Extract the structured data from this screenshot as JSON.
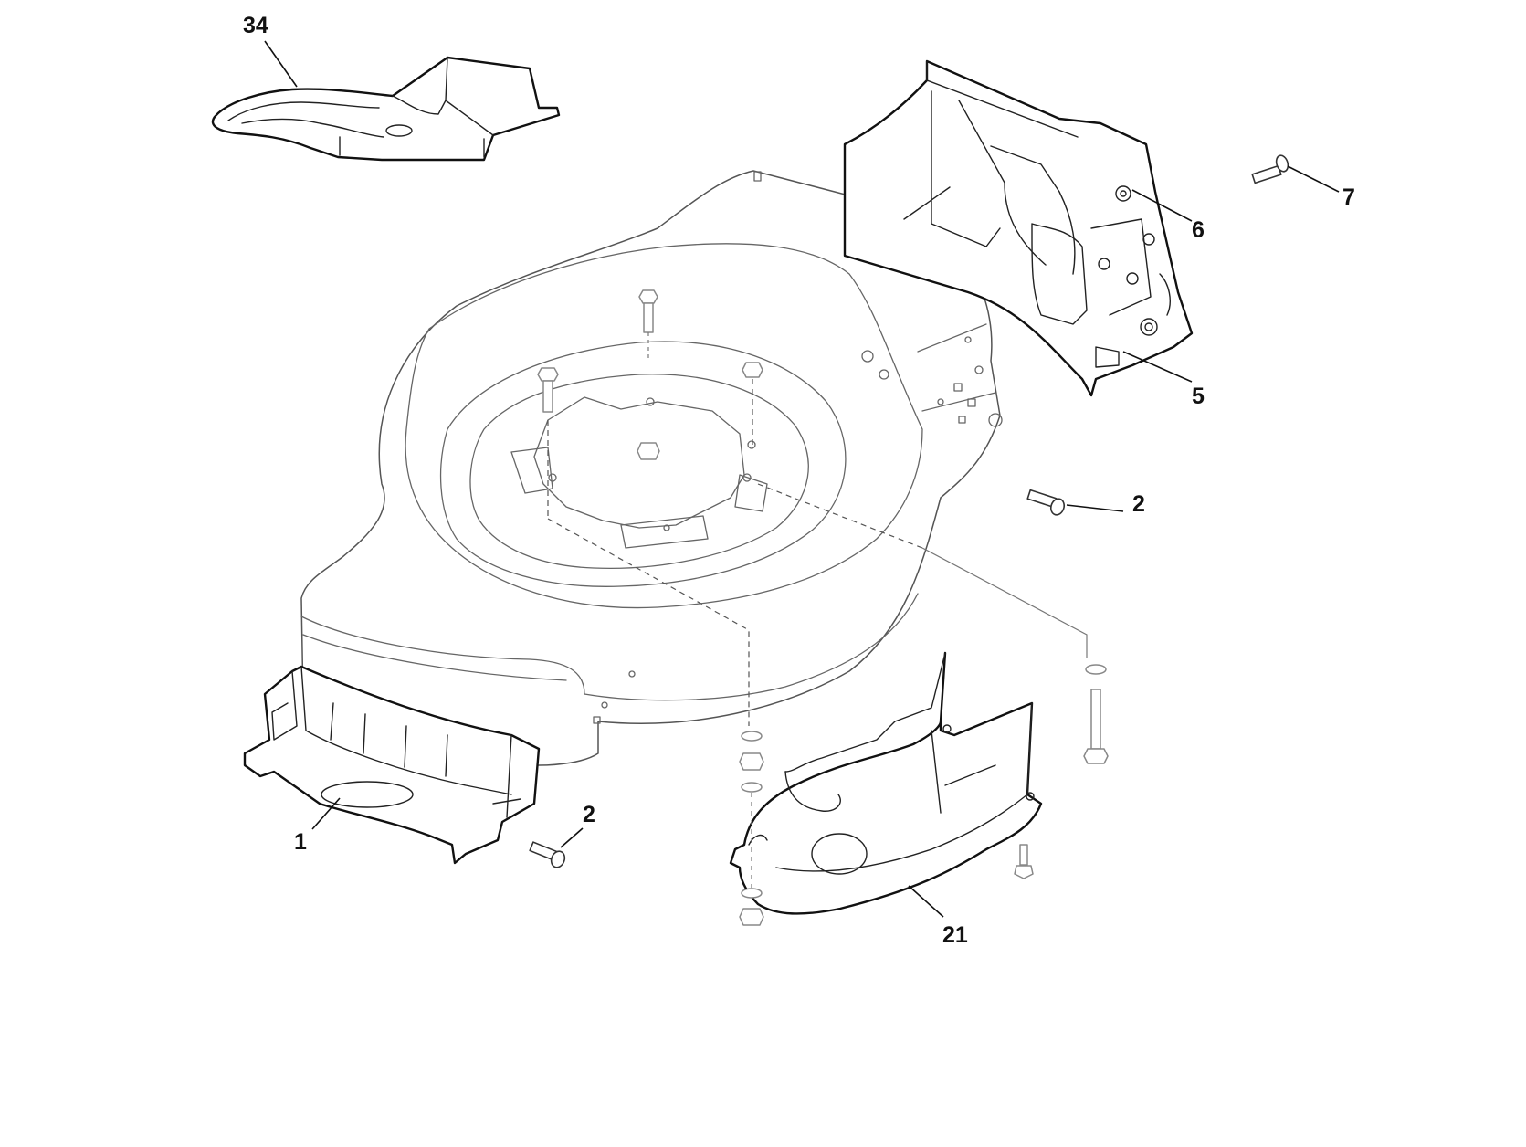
{
  "labels": {
    "part_34": "34",
    "part_7": "7",
    "part_6": "6",
    "part_5": "5",
    "part_2_right": "2",
    "part_2_left": "2",
    "part_1": "1",
    "part_21": "21"
  }
}
